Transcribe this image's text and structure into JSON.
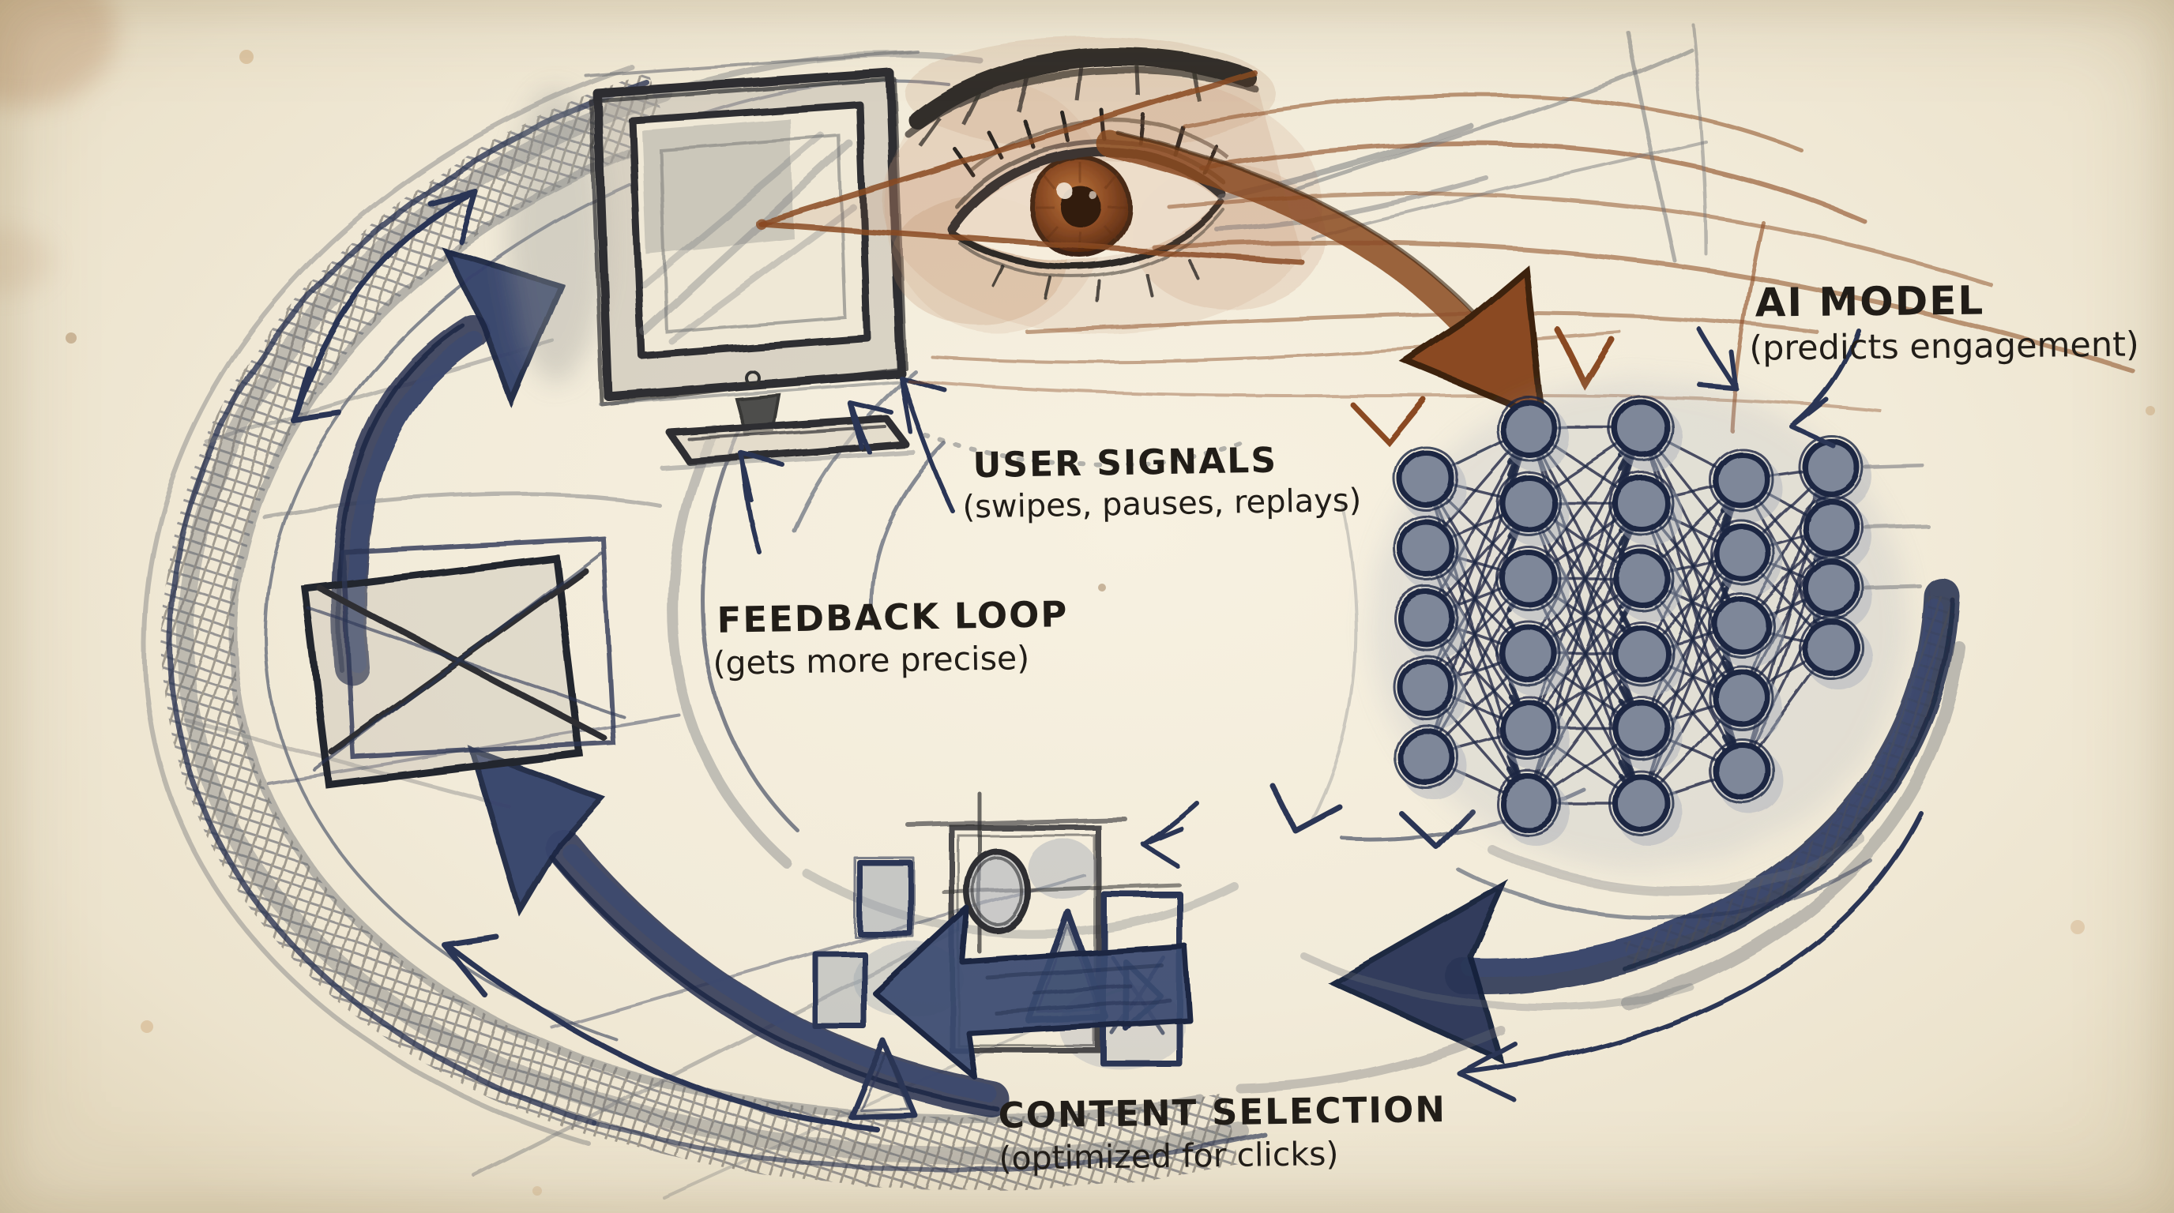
{
  "labels": {
    "user_signals": {
      "title": "USER SIGNALS",
      "subtitle": "(swipes, pauses, replays)"
    },
    "ai_model": {
      "title": "AI MODEL",
      "subtitle": "(predicts engagement)"
    },
    "feedback_loop": {
      "title": "FEEDBACK LOOP",
      "subtitle": "(gets more precise)"
    },
    "content_selection": {
      "title": "CONTENT SELECTION",
      "subtitle": "(optimized for clicks)"
    }
  },
  "network": {
    "layers": [
      5,
      6,
      6,
      5,
      4
    ]
  },
  "palette": {
    "paper": "#f2ebd9",
    "ink_navy": "#2c3654",
    "ink_navy_dark": "#1b2542",
    "charcoal": "#6e7076",
    "graphite": "#2e2e30",
    "sienna": "#8a4a22",
    "sienna_dark": "#3d2410",
    "node_fill": "#7e8799",
    "wash_gray": "#a9aeb9",
    "skin_wash": "#c99c80",
    "text_ink": "#211d18"
  }
}
